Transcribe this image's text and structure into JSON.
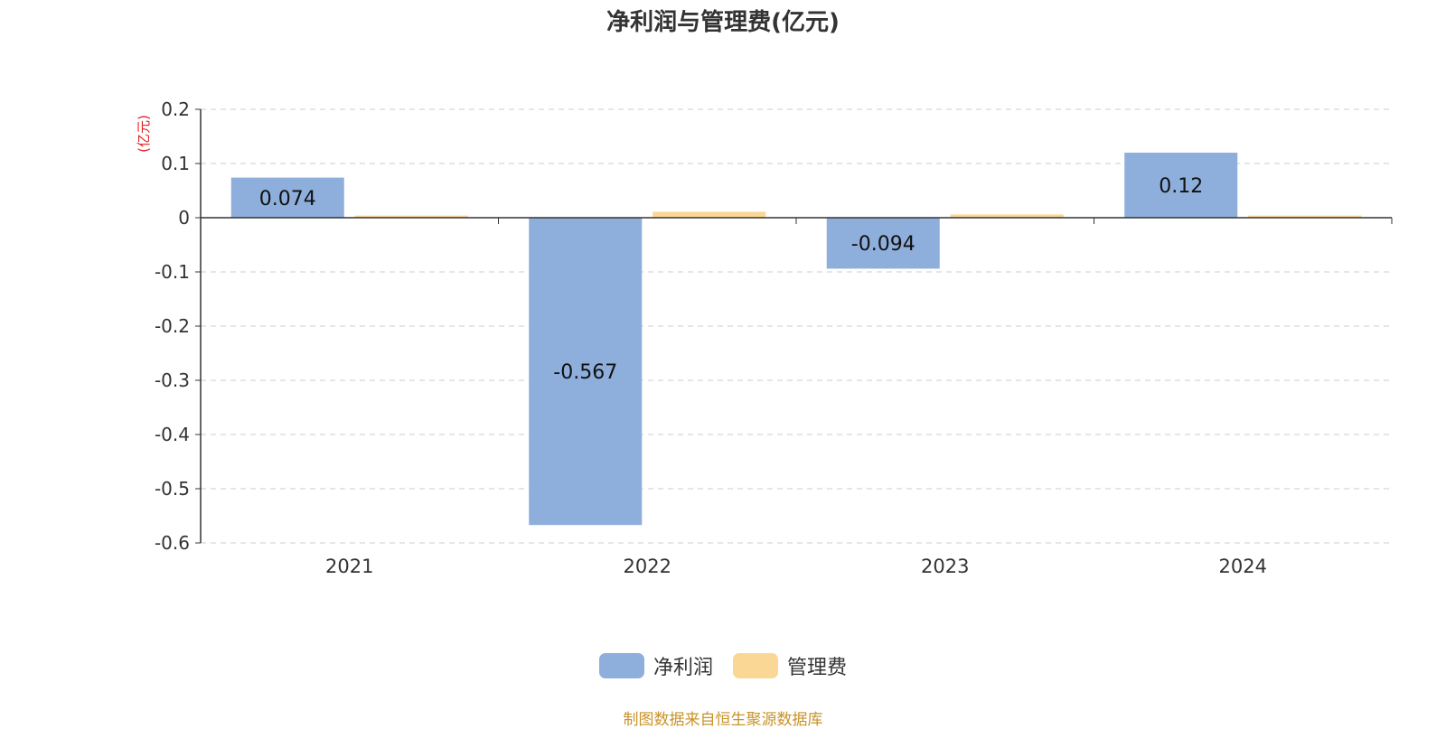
{
  "chart_data": {
    "type": "bar",
    "title": "净利润与管理费(亿元)",
    "ylabel": "(亿元)",
    "categories": [
      "2021",
      "2022",
      "2023",
      "2024"
    ],
    "series": [
      {
        "name": "净利润",
        "values": [
          0.074,
          -0.567,
          -0.094,
          0.12
        ],
        "labels": [
          "0.074",
          "-0.567",
          "-0.094",
          "0.12"
        ],
        "color": "#8eaedc"
      },
      {
        "name": "管理费",
        "values": [
          0.004,
          0.011,
          0.006,
          0.004
        ],
        "color": "#fbd796"
      }
    ],
    "ylim": [
      -0.6,
      0.2
    ],
    "yticks": [
      0.2,
      0.1,
      0,
      -0.1,
      -0.2,
      -0.3,
      -0.4,
      -0.5,
      -0.6
    ],
    "ytick_labels": [
      "0.2",
      "0.1",
      "0",
      "-0.1",
      "-0.2",
      "-0.3",
      "-0.4",
      "-0.5",
      "-0.6"
    ],
    "grid": true,
    "legend_position": "bottom-center"
  },
  "footer": {
    "text": "制图数据来自恒生聚源数据库",
    "color": "#c8932a"
  },
  "colors": {
    "axis": "#333333",
    "grid": "#cccccc",
    "ylabel": "#e02020"
  }
}
